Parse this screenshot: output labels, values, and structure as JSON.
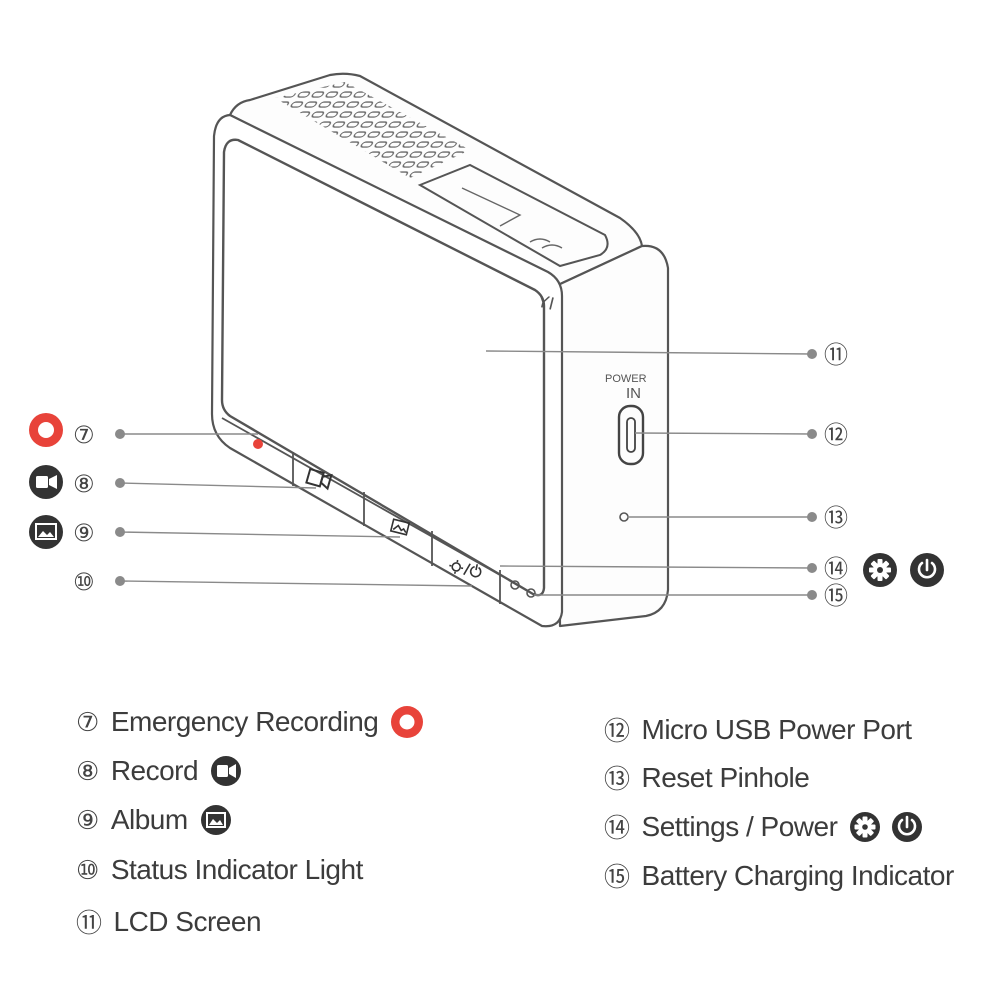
{
  "device_label": {
    "brand": "YI",
    "power_port": [
      "POWER",
      "IN"
    ]
  },
  "callouts": [
    {
      "number": "⑦",
      "icon": "emergency-record-icon"
    },
    {
      "number": "⑧",
      "icon": "record-icon"
    },
    {
      "number": "⑨",
      "icon": "album-icon"
    },
    {
      "number": "⑩"
    },
    {
      "number": "⑪"
    },
    {
      "number": "⑫"
    },
    {
      "number": "⑬"
    },
    {
      "number": "⑭",
      "icons": [
        "gear-icon",
        "power-icon"
      ]
    },
    {
      "number": "⑮"
    }
  ],
  "legend": {
    "left": [
      {
        "number": "⑦",
        "label": "Emergency Recording",
        "icon": "emergency-record-icon"
      },
      {
        "number": "⑧",
        "label": "Record",
        "icon": "record-icon"
      },
      {
        "number": "⑨",
        "label": "Album",
        "icon": "album-icon"
      },
      {
        "number": "⑩",
        "label": "Status Indicator Light"
      },
      {
        "number": "⑪",
        "label": "LCD Screen"
      }
    ],
    "right": [
      {
        "number": "⑫",
        "label": "Micro USB Power Port"
      },
      {
        "number": "⑬",
        "label": "Reset Pinhole"
      },
      {
        "number": "⑭",
        "label": "Settings / Power",
        "icons": [
          "gear-icon",
          "power-icon"
        ]
      },
      {
        "number": "⑮",
        "label": "Battery Charging Indicator"
      }
    ]
  },
  "colors": {
    "emergency_red": "#e8433a",
    "icon_dark": "#333333",
    "line_gray": "#8a8a8a",
    "outline": "#555555"
  }
}
